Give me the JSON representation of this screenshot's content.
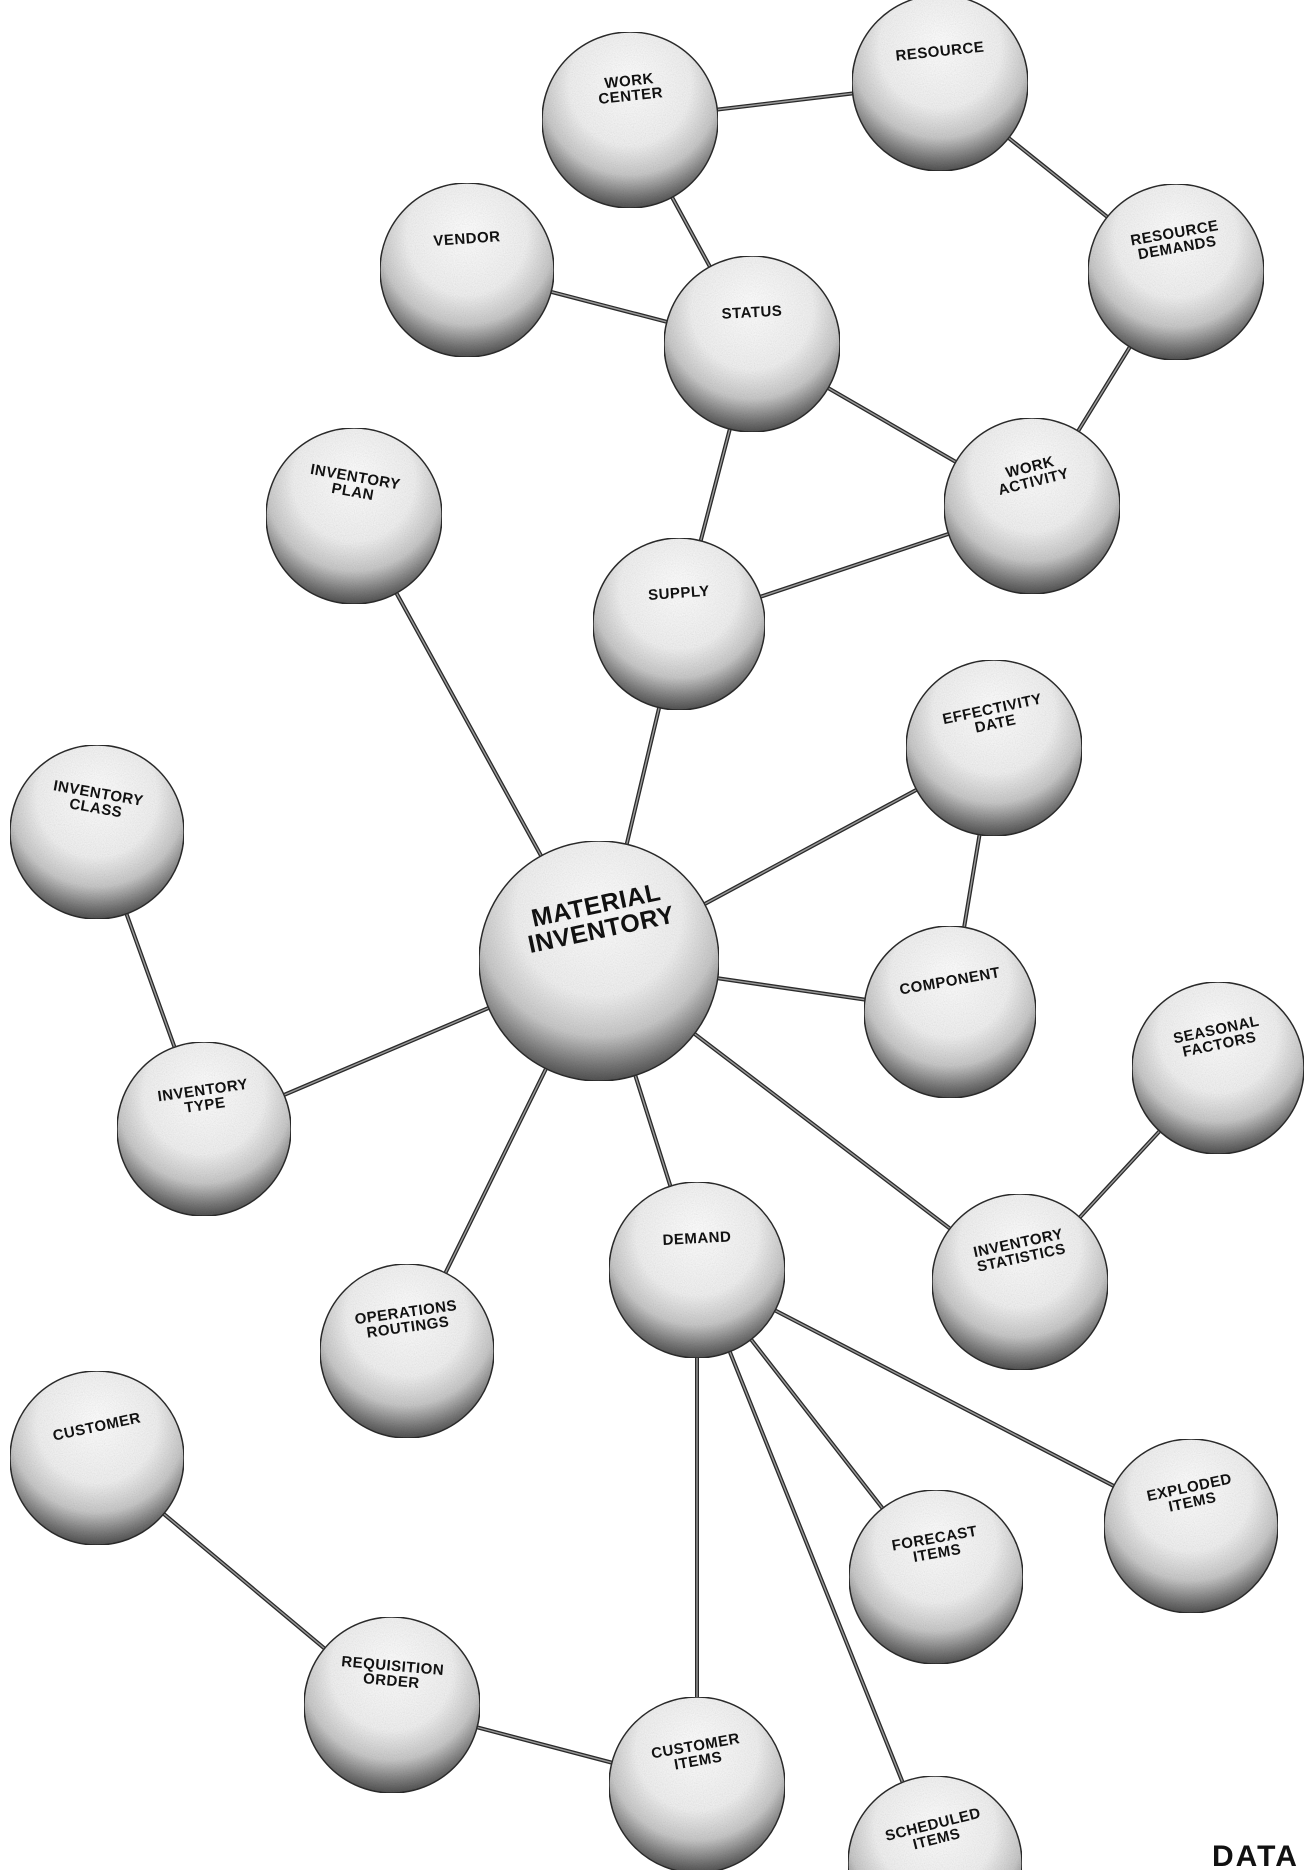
{
  "nodes": [
    {
      "id": "work-center",
      "label": [
        "WORK",
        "CENTER"
      ]
    },
    {
      "id": "resource",
      "label": [
        "RESOURCE"
      ]
    },
    {
      "id": "vendor",
      "label": [
        "VENDOR"
      ]
    },
    {
      "id": "status",
      "label": [
        "STATUS"
      ]
    },
    {
      "id": "resource-demands",
      "label": [
        "RESOURCE",
        "DEMANDS"
      ]
    },
    {
      "id": "inventory-plan",
      "label": [
        "INVENTORY",
        "PLAN"
      ]
    },
    {
      "id": "work-activity",
      "label": [
        "WORK",
        "ACTIVITY"
      ]
    },
    {
      "id": "supply",
      "label": [
        "SUPPLY"
      ]
    },
    {
      "id": "effectivity-date",
      "label": [
        "EFFECTIVITY",
        "DATE"
      ]
    },
    {
      "id": "inventory-class",
      "label": [
        "INVENTORY",
        "CLASS"
      ]
    },
    {
      "id": "material-inventory",
      "label": [
        "MATERIAL",
        "INVENTORY"
      ]
    },
    {
      "id": "component",
      "label": [
        "COMPONENT"
      ]
    },
    {
      "id": "seasonal-factors",
      "label": [
        "SEASONAL",
        "FACTORS"
      ]
    },
    {
      "id": "inventory-type",
      "label": [
        "INVENTORY",
        "TYPE"
      ]
    },
    {
      "id": "demand",
      "label": [
        "DEMAND"
      ]
    },
    {
      "id": "inventory-statistics",
      "label": [
        "INVENTORY",
        "STATISTICS"
      ]
    },
    {
      "id": "operations-routings",
      "label": [
        "OPERATIONS",
        "ROUTINGS"
      ]
    },
    {
      "id": "customer",
      "label": [
        "CUSTOMER"
      ]
    },
    {
      "id": "exploded-items",
      "label": [
        "EXPLODED",
        "ITEMS"
      ]
    },
    {
      "id": "forecast-items",
      "label": [
        "FORECAST",
        "ITEMS"
      ]
    },
    {
      "id": "requisition-order",
      "label": [
        "REQUISITION",
        "ORDER"
      ]
    },
    {
      "id": "customer-items",
      "label": [
        "CUSTOMER",
        "ITEMS"
      ]
    },
    {
      "id": "scheduled-items",
      "label": [
        "SCHEDULED",
        "ITEMS"
      ]
    }
  ],
  "edges": [
    [
      "work-center",
      "resource"
    ],
    [
      "resource",
      "resource-demands"
    ],
    [
      "work-center",
      "status"
    ],
    [
      "vendor",
      "status"
    ],
    [
      "status",
      "work-activity"
    ],
    [
      "status",
      "supply"
    ],
    [
      "resource-demands",
      "work-activity"
    ],
    [
      "supply",
      "work-activity"
    ],
    [
      "inventory-plan",
      "material-inventory"
    ],
    [
      "supply",
      "material-inventory"
    ],
    [
      "effectivity-date",
      "material-inventory"
    ],
    [
      "effectivity-date",
      "component"
    ],
    [
      "component",
      "material-inventory"
    ],
    [
      "inventory-class",
      "inventory-type"
    ],
    [
      "inventory-type",
      "material-inventory"
    ],
    [
      "material-inventory",
      "operations-routings"
    ],
    [
      "material-inventory",
      "demand"
    ],
    [
      "material-inventory",
      "inventory-statistics"
    ],
    [
      "inventory-statistics",
      "seasonal-factors"
    ],
    [
      "demand",
      "exploded-items"
    ],
    [
      "demand",
      "forecast-items"
    ],
    [
      "demand",
      "scheduled-items"
    ],
    [
      "demand",
      "customer-items"
    ],
    [
      "customer",
      "requisition-order"
    ],
    [
      "requisition-order",
      "customer-items"
    ]
  ],
  "corner_text": "DATA"
}
